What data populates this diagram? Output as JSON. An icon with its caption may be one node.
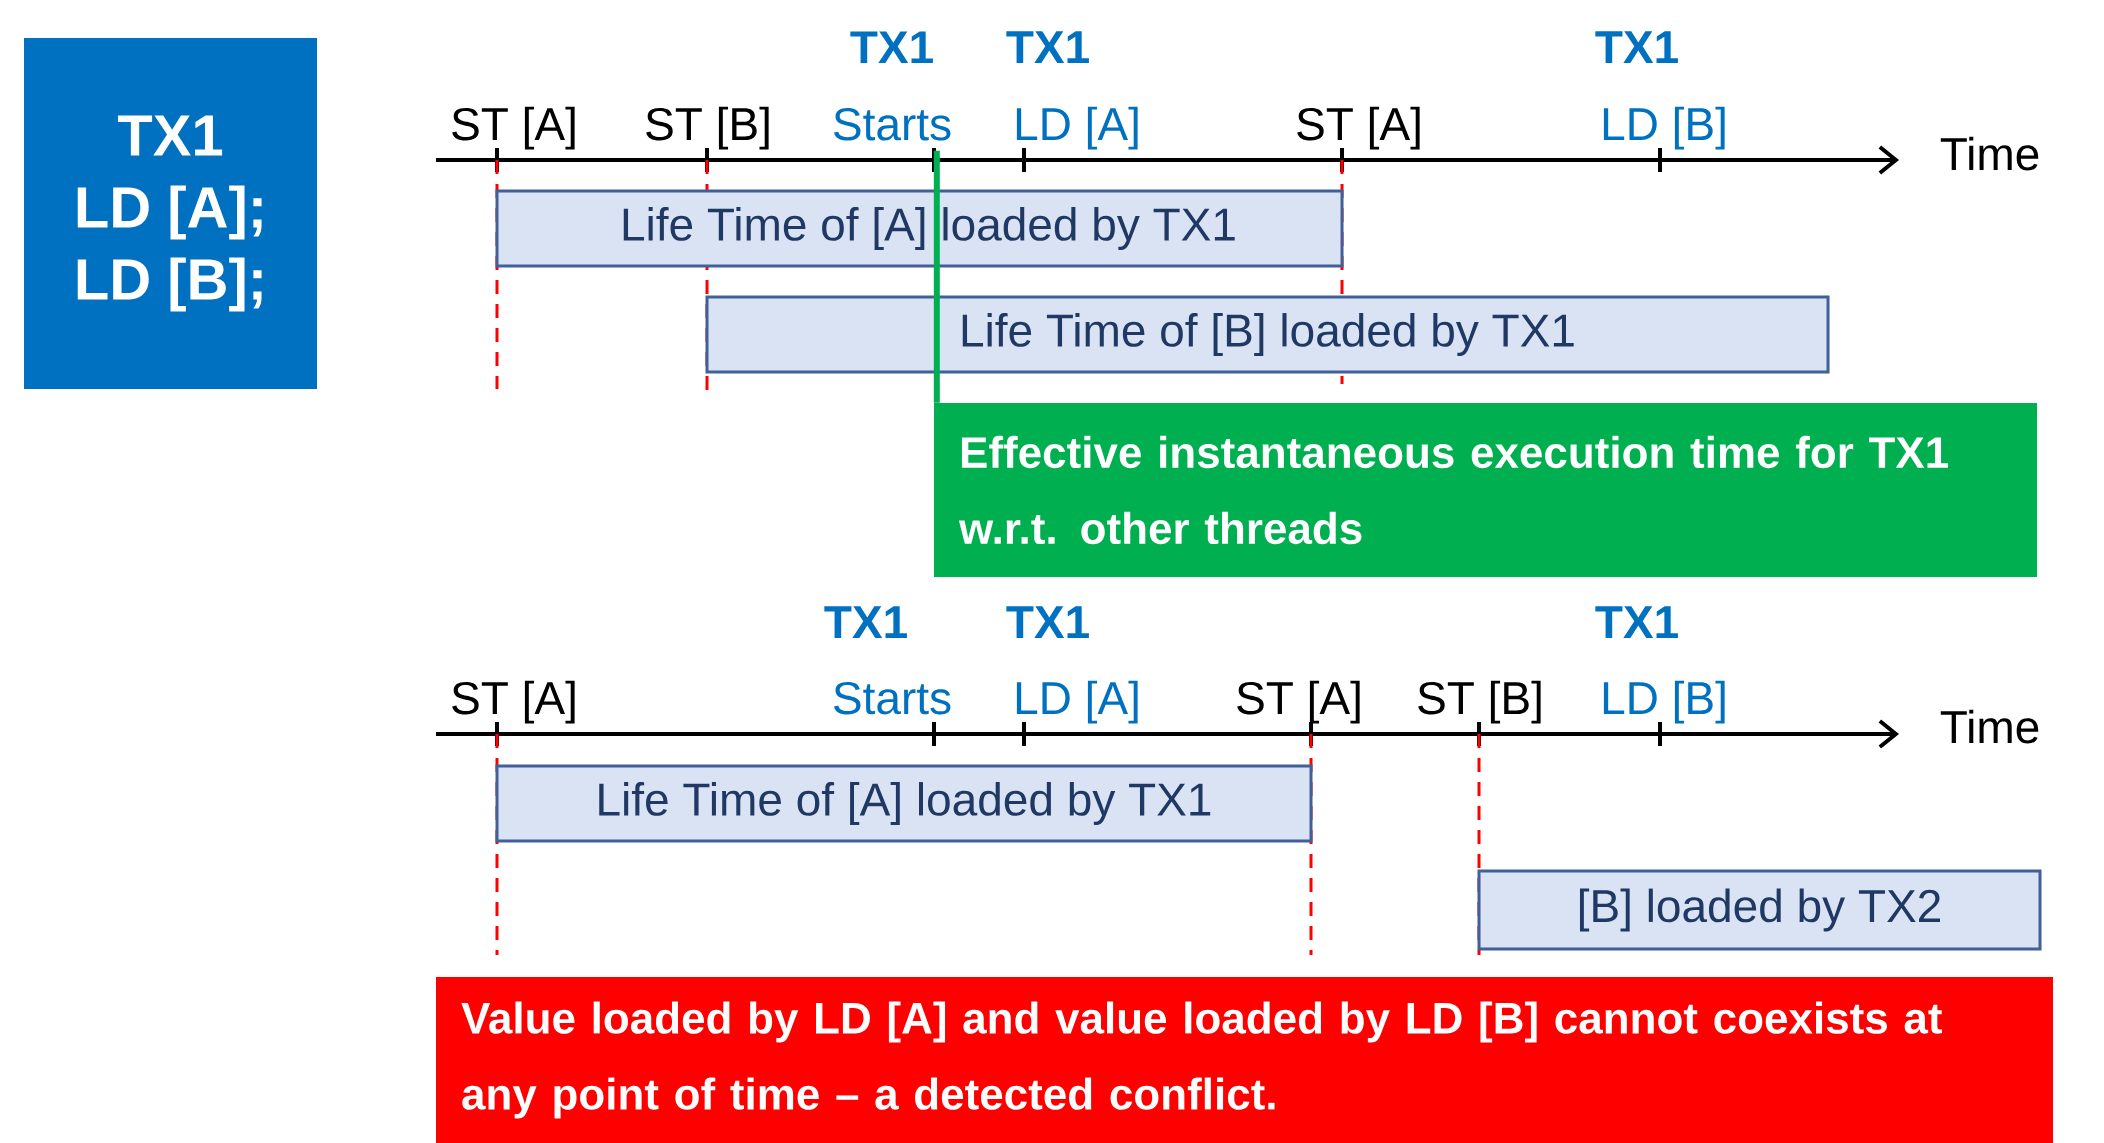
{
  "diagram": {
    "nodes": [
      {
        "text": [
          "TX1",
          "LD [A];",
          "LD [B];"
        ]
      },
      {
        "text": [
          "TX1",
          "Starts"
        ]
      },
      {
        "text": [
          "Life Time of [A] loaded by TX1"
        ]
      },
      {
        "text": [
          "Life Time of [B] loaded by TX1"
        ]
      },
      {
        "text": [
          "Effective instantaneous execution time for TX1 w.r.t. other threads"
        ]
      },
      {
        "text": [
          "Life Time of [A] loaded by TX1"
        ]
      },
      {
        "text": [
          "[B] loaded by TX2"
        ]
      },
      {
        "text": [
          "Value loaded by LD [A] and value loaded by LD [B] cannot coexists at any point of time – a detected conflict."
        ]
      }
    ],
    "edges": [
      {
        "from": 4,
        "to": 1,
        "arrow": "none",
        "color": "#00b050"
      }
    ],
    "labels": [
      "TX1",
      "TX1",
      "ST [A]",
      "ST [B]",
      "LD [A]",
      "ST [A]",
      "LD [B]",
      "Time",
      "TX1",
      "TX1",
      "TX1",
      "ST [A]",
      "Starts",
      "LD [A]",
      "ST [A]",
      "ST [B]",
      "LD [B]",
      "Time"
    ]
  }
}
